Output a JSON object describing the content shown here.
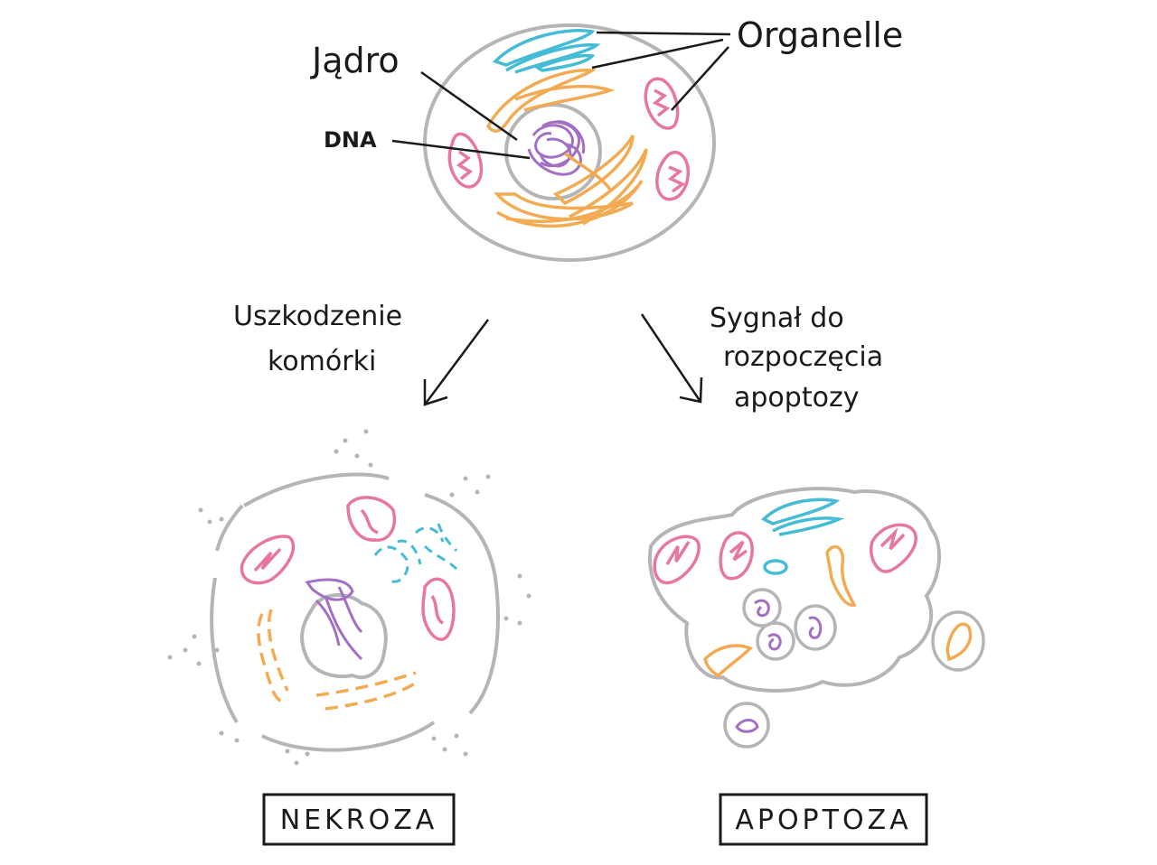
{
  "labels": {
    "nucleus": "Jądro",
    "organelles": "Organelle",
    "dna": "DNA",
    "damage_line1": "Uszkodzenie",
    "damage_line2": "komórki",
    "signal_line1": "Sygnał do",
    "signal_line2": "rozpoczęcia",
    "signal_line3": "apoptozy",
    "necrosis": "NEKROZA",
    "apoptosis": "APOPTOZA"
  },
  "colors": {
    "outline": "#b5b5b5",
    "ink": "#1a1a1a",
    "mitochondria": "#e8789b",
    "er": "#f2ab52",
    "golgi": "#45bcd6",
    "dna": "#a36fc4"
  }
}
